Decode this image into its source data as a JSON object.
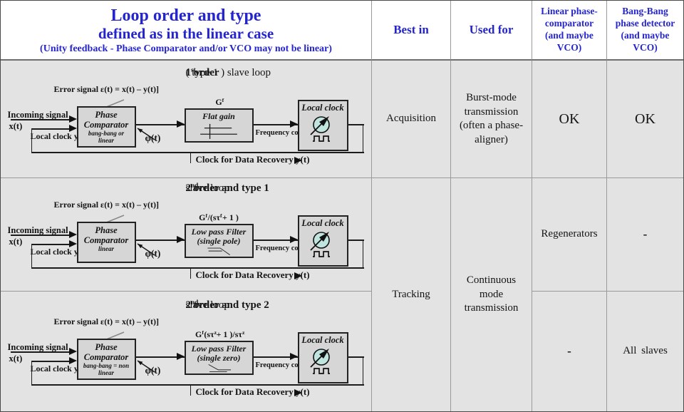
{
  "header": {
    "title_line1": "Loop order and type",
    "title_line2": "defined as in the linear case",
    "title_line3": "(Unity feedback  - Phase Comparator and/or VCO may not be linear)",
    "col_best_in": "Best in",
    "col_used_for": "Used for",
    "col_linear": "Linear phase-comparator (and maybe VCO)",
    "col_bangbang": "Bang-Bang phase detector (and maybe VCO)"
  },
  "colors": {
    "accent_blue": "#2525cd",
    "row_bg": "#e3e3e3",
    "box_bg": "#d6d6d6",
    "clock_teal": "#bfe5de",
    "line": "#1c1c1c",
    "gray_arrow": "#8a8a8a"
  },
  "diagram_common": {
    "error_label": "Error signal\nε(t) = x(t) – y(t)]",
    "incoming_label": "Incoming signal",
    "incoming_signal": "x(t)",
    "feedback_label": "Local clock\ny(t)",
    "phase_line1": "Phase",
    "phase_line2": "Comparator",
    "phi_label": "φ(t)",
    "freq_correction": "Frequency\ncorrection",
    "clock_title": "Local clock",
    "recovery_label": "Clock for Data Recovery y(t)"
  },
  "rows": [
    {
      "best_in": "Acquisition",
      "used_for": "Burst-mode transmission (often a phase-aligner)",
      "linear": "OK",
      "bangbang": "OK",
      "diagram": {
        "title_bold": "1^{st} order",
        "title_rest": " ( type 1 ) slave loop",
        "comparator_type": "bang-bang or\nlinear",
        "transfer": "G_{f}",
        "filter_line1": "Flat gain",
        "filter_line2": "",
        "symbol": "flat-gain"
      }
    },
    {
      "linear": "Regenerators",
      "bangbang": "-",
      "diagram": {
        "title_bold": "2^{nd} order and type 1",
        "title_rest": "  slave loop",
        "comparator_type": "linear",
        "transfer": "G_{f} /(sτ_{f} + 1 )",
        "filter_line1": "Low pass Filter",
        "filter_line2": "(single pole)",
        "symbol": "single-pole"
      }
    },
    {
      "linear": "-",
      "bangbang": "All slaves",
      "diagram": {
        "title_bold": "2^{nd} order and type 2",
        "title_rest": "  slave loop",
        "comparator_type": "bang-bang = non\nlinear",
        "transfer": "G_{f} (sτ_{z} + 1 )/sτ_{z}",
        "filter_line1": "Low pass Filter",
        "filter_line2": "(single zero)",
        "symbol": "single-zero"
      }
    }
  ],
  "merged": {
    "best_in": "Tracking",
    "used_for": "Continuous mode transmission"
  }
}
